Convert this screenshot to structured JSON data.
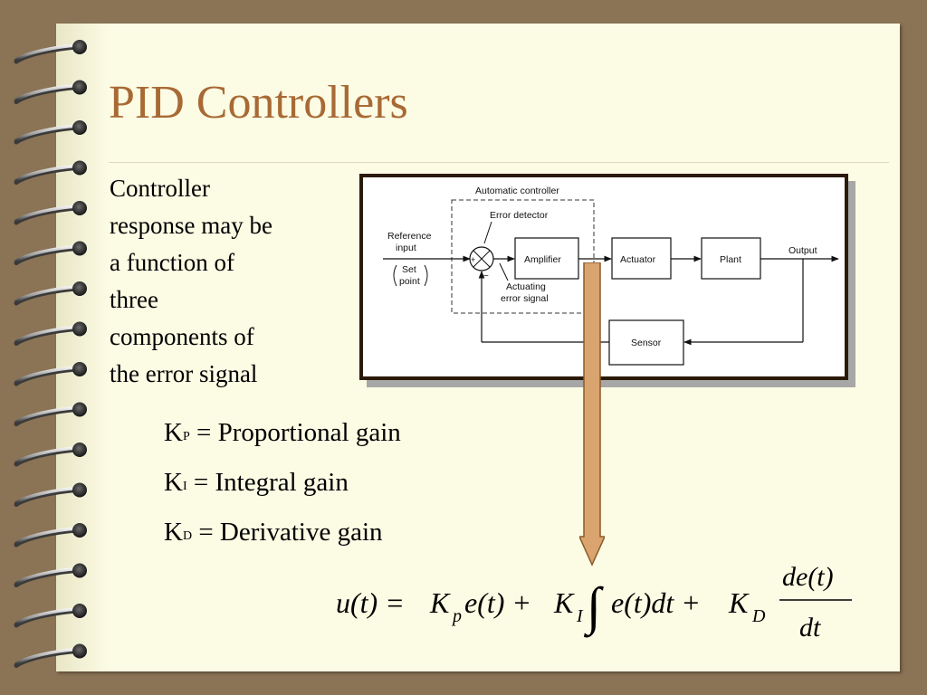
{
  "slide": {
    "title": "PID Controllers",
    "intro_lines": [
      "Controller",
      "response may be",
      "a function of",
      "three",
      "components of",
      "the error signal"
    ]
  },
  "diagram": {
    "automatic_controller": "Automatic controller",
    "error_detector": "Error detector",
    "reference_input_line1": "Reference",
    "reference_input_line2": "input",
    "set_point_line1": "Set",
    "set_point_line2": "point",
    "plus_sign": "+",
    "minus_sign": "−",
    "amplifier": "Amplifier",
    "actuator": "Actuator",
    "plant": "Plant",
    "output": "Output",
    "actuating_line1": "Actuating",
    "actuating_line2": "error signal",
    "sensor": "Sensor"
  },
  "gains": [
    {
      "symbol": "K",
      "sub": "P",
      "text": " = Proportional gain"
    },
    {
      "symbol": "K",
      "sub": "I",
      "text": " = Integral gain"
    },
    {
      "symbol": "K",
      "sub": "D",
      "text": " = Derivative gain"
    }
  ],
  "formula": {
    "lhs": "u(t) = ",
    "kp": "K",
    "kp_sub": "p",
    "term1": "e(t) + ",
    "ki": "K",
    "ki_sub": "I",
    "integral": "∫",
    "term2": "e(t)dt + ",
    "kd": "K",
    "kd_sub": "D",
    "numerator": "de(t)",
    "denominator": "dt"
  },
  "colors": {
    "background": "#8b7355",
    "page": "#fcfbe4",
    "title": "#a86a35",
    "arrow_fill": "#d9a46e",
    "arrow_stroke": "#8b5a2b"
  }
}
